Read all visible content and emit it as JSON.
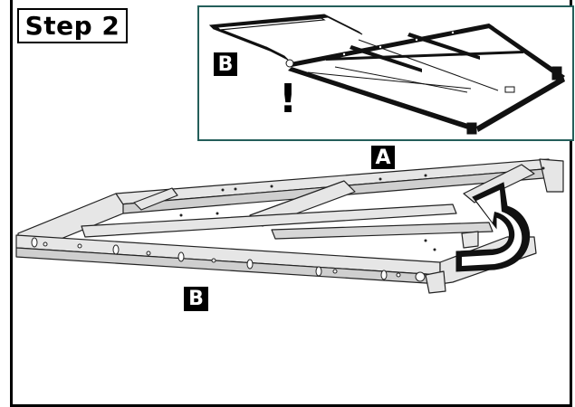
{
  "step_title": "Step 2",
  "labels": {
    "inset_part": "B",
    "part_a": "A",
    "part_b": "B"
  },
  "warning_symbol": "!",
  "icons": {
    "rotation": "curved-rotate-arrow-icon",
    "warning": "exclamation-icon"
  },
  "colors": {
    "inset_border": "#245e5a",
    "frame_fill": "#e6e6e6",
    "frame_stroke": "#222222",
    "inset_frame": "#111111"
  }
}
